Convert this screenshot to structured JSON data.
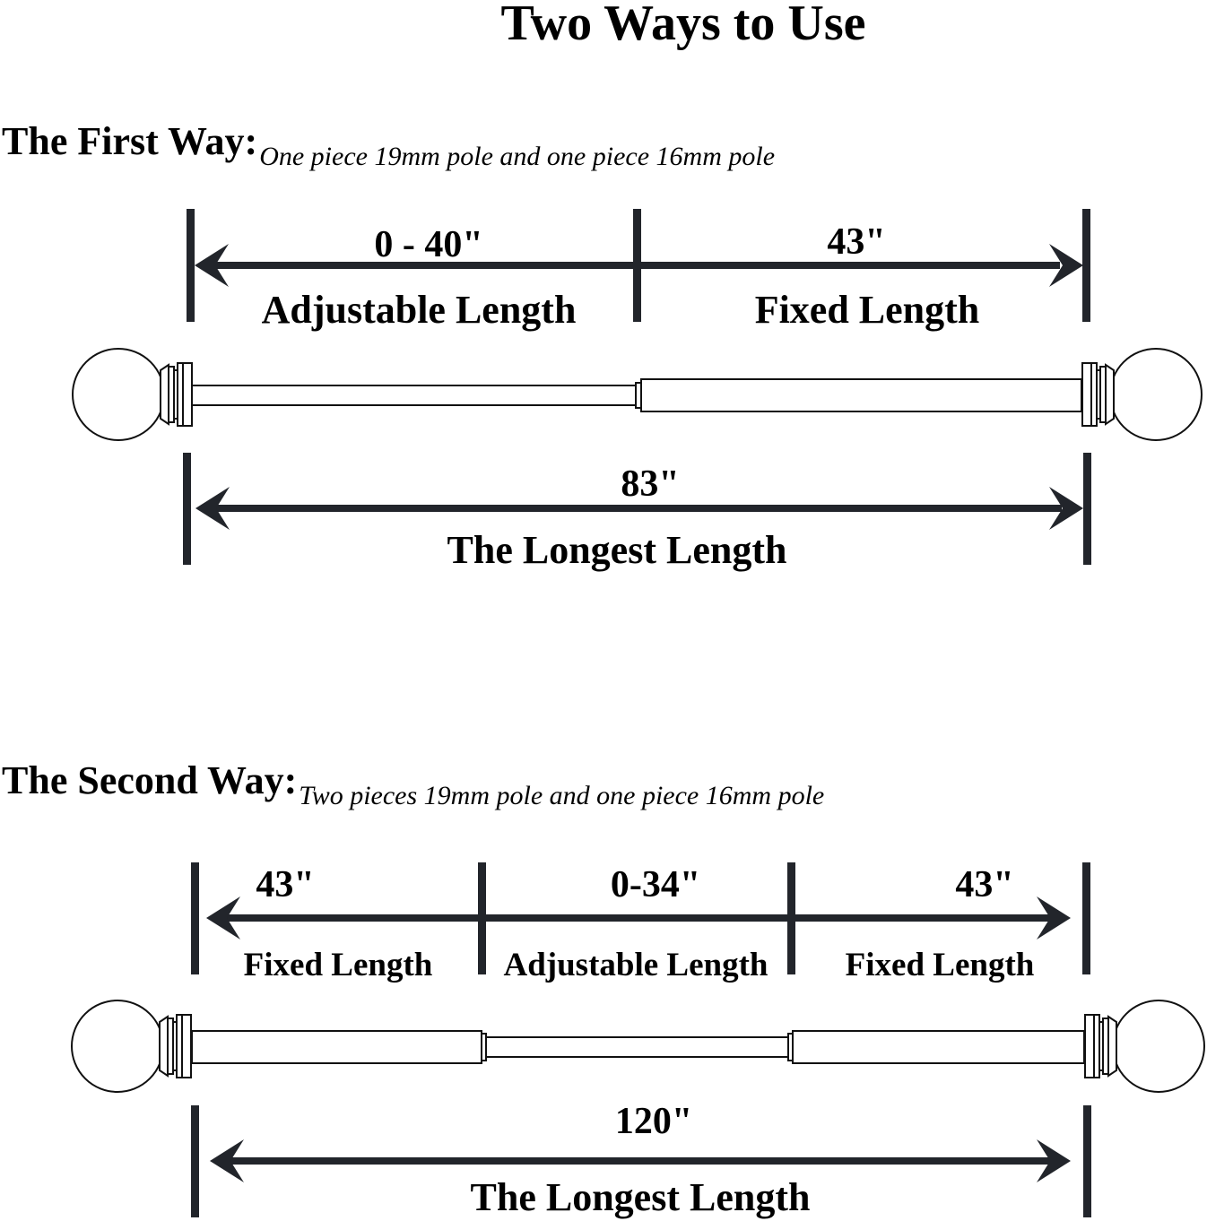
{
  "title": "Two Ways to Use",
  "colors": {
    "ink": "#22252b",
    "text": "#000000",
    "background": "#ffffff"
  },
  "first_way": {
    "heading": "The First Way:",
    "description": "One piece 19mm pole and one piece 16mm pole",
    "segments": [
      {
        "value": "0 - 40\"",
        "label": "Adjustable Length"
      },
      {
        "value": "43\"",
        "label": "Fixed Length"
      }
    ],
    "total": {
      "value": "83\"",
      "label": "The Longest Length"
    }
  },
  "second_way": {
    "heading": "The Second Way:",
    "description": "Two pieces 19mm pole and one piece 16mm pole",
    "segments": [
      {
        "value": "43\"",
        "label": "Fixed Length"
      },
      {
        "value": "0-34\"",
        "label": "Adjustable Length"
      },
      {
        "value": "43\"",
        "label": "Fixed Length"
      }
    ],
    "total": {
      "value": "120\"",
      "label": "The Longest Length"
    }
  }
}
